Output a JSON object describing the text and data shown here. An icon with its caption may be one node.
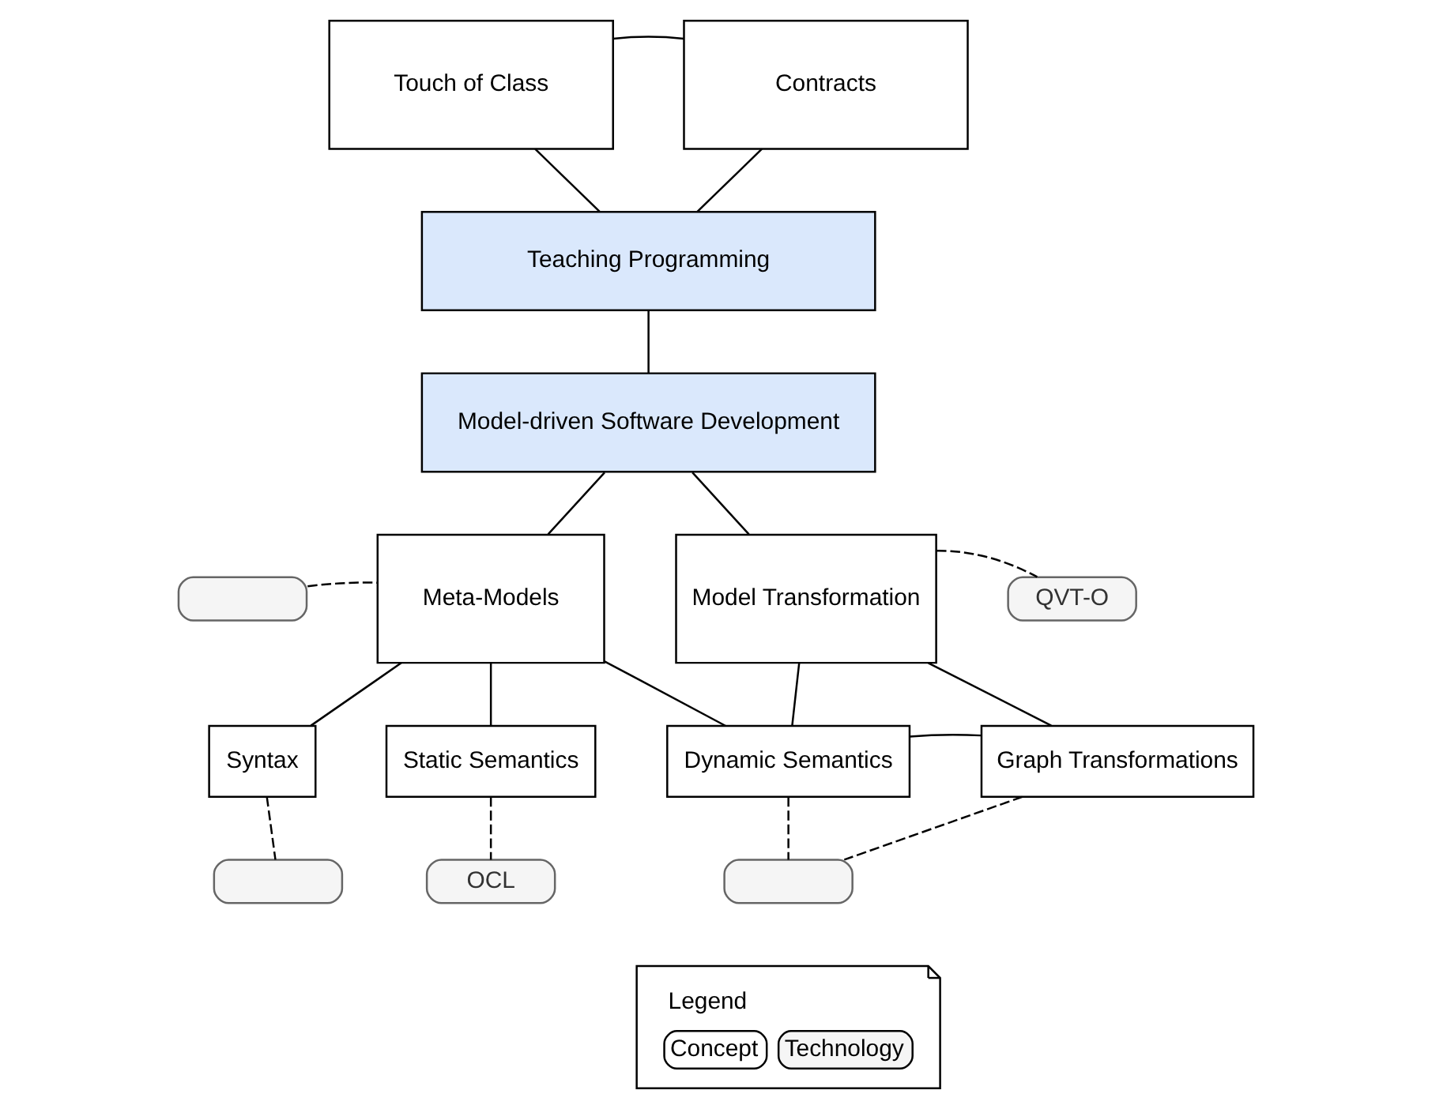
{
  "diagram": {
    "nodes": [
      {
        "text": [
          "Touch of Class"
        ]
      },
      {
        "text": [
          "Contracts"
        ]
      },
      {
        "text": [
          "Teaching Programming"
        ]
      },
      {
        "text": [
          "Model-driven Software Development"
        ]
      },
      {
        "text": [],
        "shape": "box"
      },
      {
        "text": [
          "Meta-Models"
        ]
      },
      {
        "text": [
          "Model Transformation"
        ]
      },
      {
        "text": [
          "QVT-O"
        ]
      },
      {
        "text": [
          "Syntax"
        ]
      },
      {
        "text": [
          "Static Semantics"
        ]
      },
      {
        "text": [
          "Dynamic Semantics"
        ]
      },
      {
        "text": [
          "Graph Transformations"
        ]
      },
      {
        "text": [],
        "shape": "box"
      },
      {
        "text": [
          "OCL"
        ]
      },
      {
        "text": [],
        "shape": "box"
      }
    ],
    "edges": [
      {
        "from": 0,
        "to": 1,
        "arrow": "none"
      },
      {
        "from": 0,
        "to": 2,
        "arrow": "none"
      },
      {
        "from": 1,
        "to": 2,
        "arrow": "none"
      },
      {
        "from": 2,
        "to": 3,
        "arrow": "none"
      },
      {
        "from": 3,
        "to": 5,
        "arrow": "none"
      },
      {
        "from": 3,
        "to": 6,
        "arrow": "none"
      },
      {
        "from": 4,
        "to": 5,
        "arrow": "none",
        "style": "dashed"
      },
      {
        "from": 6,
        "to": 7,
        "arrow": "none",
        "style": "dashed"
      },
      {
        "from": 5,
        "to": 8,
        "arrow": "none"
      },
      {
        "from": 5,
        "to": 9,
        "arrow": "none"
      },
      {
        "from": 5,
        "to": 10,
        "arrow": "none"
      },
      {
        "from": 6,
        "to": 10,
        "arrow": "none"
      },
      {
        "from": 6,
        "to": 11,
        "arrow": "none"
      },
      {
        "from": 10,
        "to": 11,
        "arrow": "none"
      },
      {
        "from": 8,
        "to": 12,
        "arrow": "none",
        "style": "dashed"
      },
      {
        "from": 9,
        "to": 13,
        "arrow": "none",
        "style": "dashed"
      },
      {
        "from": 10,
        "to": 14,
        "arrow": "none",
        "style": "dashed"
      },
      {
        "from": 11,
        "to": 14,
        "arrow": "none",
        "style": "dashed"
      }
    ],
    "labels": [
      "Legend"
    ],
    "legend": [
      {
        "text": "Concept",
        "color": "#ffffff"
      },
      {
        "text": "Technology",
        "color": "#f5f5f5"
      }
    ]
  }
}
